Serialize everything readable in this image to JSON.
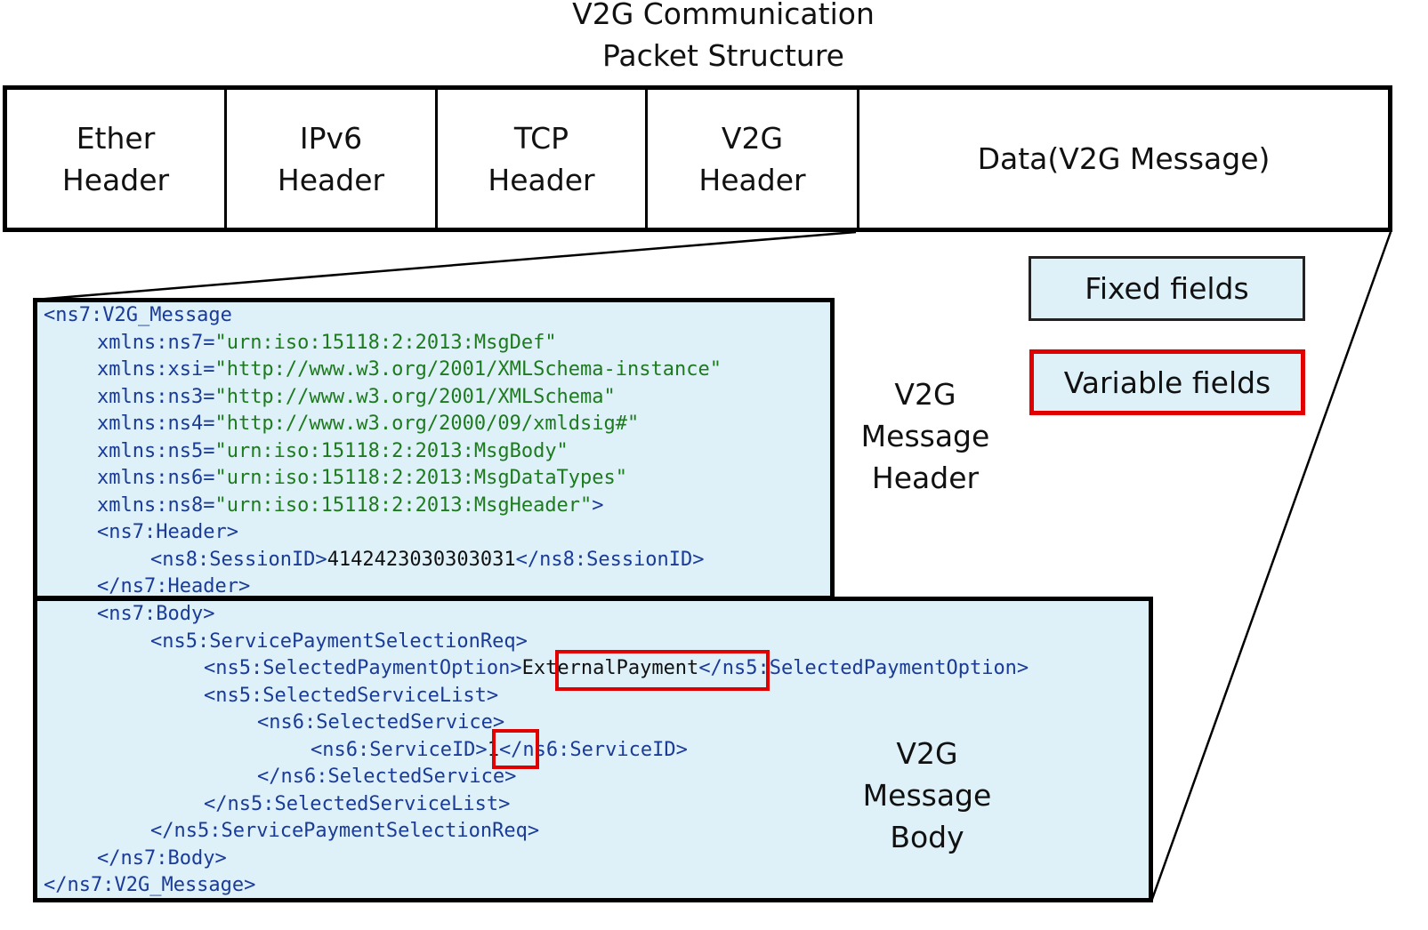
{
  "title": {
    "line1": "V2G Communication",
    "line2": "Packet Structure"
  },
  "packet": {
    "cells": [
      {
        "line1": "Ether",
        "line2": "Header"
      },
      {
        "line1": "IPv6",
        "line2": "Header"
      },
      {
        "line1": "TCP",
        "line2": "Header"
      },
      {
        "line1": "V2G",
        "line2": "Header"
      },
      {
        "line1": "Data(V2G Message)",
        "line2": ""
      }
    ]
  },
  "legend": {
    "fixed": "Fixed fields",
    "variable": "Variable fields",
    "fixed_fill": "#def0f8",
    "variable_border": "#e00000"
  },
  "labels": {
    "header": {
      "line1": "V2G",
      "line2": "Message",
      "line3": "Header"
    },
    "body": {
      "line1": "V2G",
      "line2": "Message",
      "line3": "Body"
    }
  },
  "code": {
    "header_lines": [
      {
        "indent": 0,
        "parts": [
          {
            "t": "<ns7:V2G_Message",
            "c": "blue"
          }
        ]
      },
      {
        "indent": 1,
        "parts": [
          {
            "t": "xmlns:ns7=",
            "c": "blue"
          },
          {
            "t": "\"urn:iso:15118:2:2013:MsgDef\"",
            "c": "green"
          }
        ]
      },
      {
        "indent": 1,
        "parts": [
          {
            "t": "xmlns:xsi=",
            "c": "blue"
          },
          {
            "t": "\"http://www.w3.org/2001/XMLSchema-instance\"",
            "c": "green"
          }
        ]
      },
      {
        "indent": 1,
        "parts": [
          {
            "t": "xmlns:ns3=",
            "c": "blue"
          },
          {
            "t": "\"http://www.w3.org/2001/XMLSchema\"",
            "c": "green"
          }
        ]
      },
      {
        "indent": 1,
        "parts": [
          {
            "t": "xmlns:ns4=",
            "c": "blue"
          },
          {
            "t": "\"http://www.w3.org/2000/09/xmldsig#\"",
            "c": "green"
          }
        ]
      },
      {
        "indent": 1,
        "parts": [
          {
            "t": "xmlns:ns5=",
            "c": "blue"
          },
          {
            "t": "\"urn:iso:15118:2:2013:MsgBody\"",
            "c": "green"
          }
        ]
      },
      {
        "indent": 1,
        "parts": [
          {
            "t": "xmlns:ns6=",
            "c": "blue"
          },
          {
            "t": "\"urn:iso:15118:2:2013:MsgDataTypes\"",
            "c": "green"
          }
        ]
      },
      {
        "indent": 1,
        "parts": [
          {
            "t": "xmlns:ns8=",
            "c": "blue"
          },
          {
            "t": "\"urn:iso:15118:2:2013:MsgHeader\"",
            "c": "green"
          },
          {
            "t": ">",
            "c": "blue"
          }
        ]
      },
      {
        "indent": 1,
        "parts": [
          {
            "t": "<ns7:Header>",
            "c": "blue"
          }
        ]
      },
      {
        "indent": 2,
        "parts": [
          {
            "t": "<ns8:SessionID>",
            "c": "blue"
          },
          {
            "t": "4142423030303031",
            "c": "black"
          },
          {
            "t": "</ns8:SessionID>",
            "c": "blue"
          }
        ]
      },
      {
        "indent": 1,
        "parts": [
          {
            "t": "</ns7:Header>",
            "c": "blue"
          }
        ]
      }
    ],
    "body_lines": [
      {
        "indent": 1,
        "parts": [
          {
            "t": "<ns7:Body>",
            "c": "blue"
          }
        ]
      },
      {
        "indent": 2,
        "parts": [
          {
            "t": "<ns5:ServicePaymentSelectionReq>",
            "c": "blue"
          }
        ]
      },
      {
        "indent": 3,
        "parts": [
          {
            "t": "<ns5:SelectedPaymentOption>",
            "c": "blue"
          },
          {
            "t": "ExternalPayment",
            "c": "black"
          },
          {
            "t": "</ns5:SelectedPaymentOption>",
            "c": "blue"
          }
        ]
      },
      {
        "indent": 3,
        "parts": [
          {
            "t": "<ns5:SelectedServiceList>",
            "c": "blue"
          }
        ]
      },
      {
        "indent": 4,
        "parts": [
          {
            "t": "<ns6:SelectedService>",
            "c": "blue"
          }
        ]
      },
      {
        "indent": 5,
        "parts": [
          {
            "t": "<ns6:ServiceID>",
            "c": "blue"
          },
          {
            "t": "1",
            "c": "black"
          },
          {
            "t": "</ns6:ServiceID>",
            "c": "blue"
          }
        ]
      },
      {
        "indent": 4,
        "parts": [
          {
            "t": "</ns6:SelectedService>",
            "c": "blue"
          }
        ]
      },
      {
        "indent": 3,
        "parts": [
          {
            "t": "</ns5:SelectedServiceList>",
            "c": "blue"
          }
        ]
      },
      {
        "indent": 2,
        "parts": [
          {
            "t": "</ns5:ServicePaymentSelectionReq>",
            "c": "blue"
          }
        ]
      },
      {
        "indent": 1,
        "parts": [
          {
            "t": "</ns7:Body>",
            "c": "blue"
          }
        ]
      },
      {
        "indent": 0,
        "parts": [
          {
            "t": "</ns7:V2G_Message>",
            "c": "blue"
          }
        ]
      }
    ]
  }
}
